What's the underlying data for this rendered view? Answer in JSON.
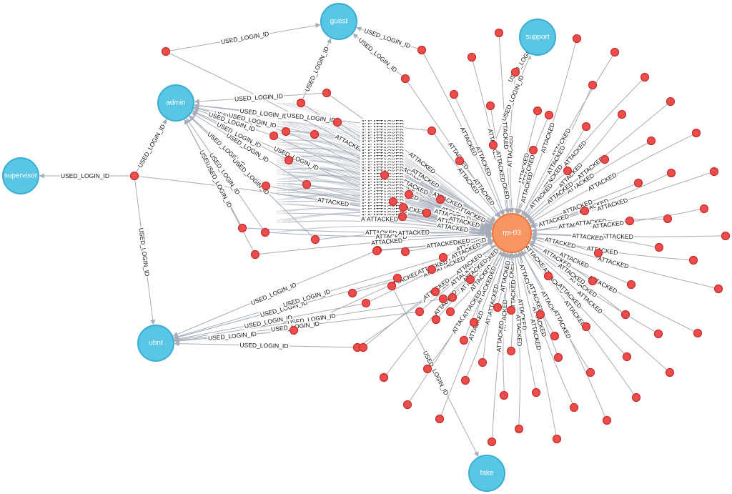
{
  "graph": {
    "colors": {
      "hub": "#58c6e4",
      "hub_stroke": "#3aafd2",
      "center": "#f79563",
      "center_stroke": "#e7753c",
      "ip": "#ee4b4b",
      "ip_stroke": "#c22f2f",
      "edge": "#a6acb8",
      "label": "#111111"
    },
    "relations": {
      "login": "USED_LOGIN_ID",
      "attack": "ATTACKED"
    },
    "center": {
      "id": "rpi",
      "label": "rpi-03"
    },
    "hubs": [
      {
        "id": "guest",
        "label": "guest"
      },
      {
        "id": "support",
        "label": "support"
      },
      {
        "id": "admin",
        "label": "admin"
      },
      {
        "id": "supervisor",
        "label": "supervisor"
      },
      {
        "id": "ubnt",
        "label": "ubnt"
      },
      {
        "id": "fake",
        "label": "fake"
      }
    ],
    "login_edges": [
      {
        "from": "ip1",
        "to": "guest"
      },
      {
        "from": "ip2",
        "to": "guest"
      },
      {
        "from": "ip3",
        "to": "guest"
      },
      {
        "from": "ip4",
        "to": "guest"
      },
      {
        "from": "ip5",
        "to": "support"
      },
      {
        "from": "ip6",
        "to": "support"
      },
      {
        "from": "ip7",
        "to": "admin"
      },
      {
        "from": "ip8",
        "to": "admin"
      },
      {
        "from": "ip9",
        "to": "admin"
      },
      {
        "from": "ip10",
        "to": "admin"
      },
      {
        "from": "ip11",
        "to": "admin"
      },
      {
        "from": "ip12",
        "to": "admin"
      },
      {
        "from": "ip13",
        "to": "admin"
      },
      {
        "from": "ip14",
        "to": "admin"
      },
      {
        "from": "ip15",
        "to": "admin"
      },
      {
        "from": "ip16",
        "to": "admin"
      },
      {
        "from": "ip17",
        "to": "admin"
      },
      {
        "from": "ip18",
        "to": "admin"
      },
      {
        "from": "ip19",
        "to": "admin"
      },
      {
        "from": "ip20",
        "to": "admin"
      },
      {
        "from": "ip21",
        "to": "supervisor"
      },
      {
        "from": "ip21",
        "to": "admin"
      },
      {
        "from": "ip21",
        "to": "ubnt"
      },
      {
        "from": "ip22",
        "to": "ubnt"
      },
      {
        "from": "ip23",
        "to": "ubnt"
      },
      {
        "from": "ip24",
        "to": "ubnt"
      },
      {
        "from": "ip25",
        "to": "ubnt"
      },
      {
        "from": "ip26",
        "to": "ubnt"
      },
      {
        "from": "ip27",
        "to": "ubnt"
      },
      {
        "from": "ip28",
        "to": "ubnt"
      },
      {
        "from": "ip29",
        "to": "ubnt"
      },
      {
        "from": "ip30",
        "to": "fake"
      }
    ],
    "attack_label_count": 210,
    "ip_count": 138
  }
}
